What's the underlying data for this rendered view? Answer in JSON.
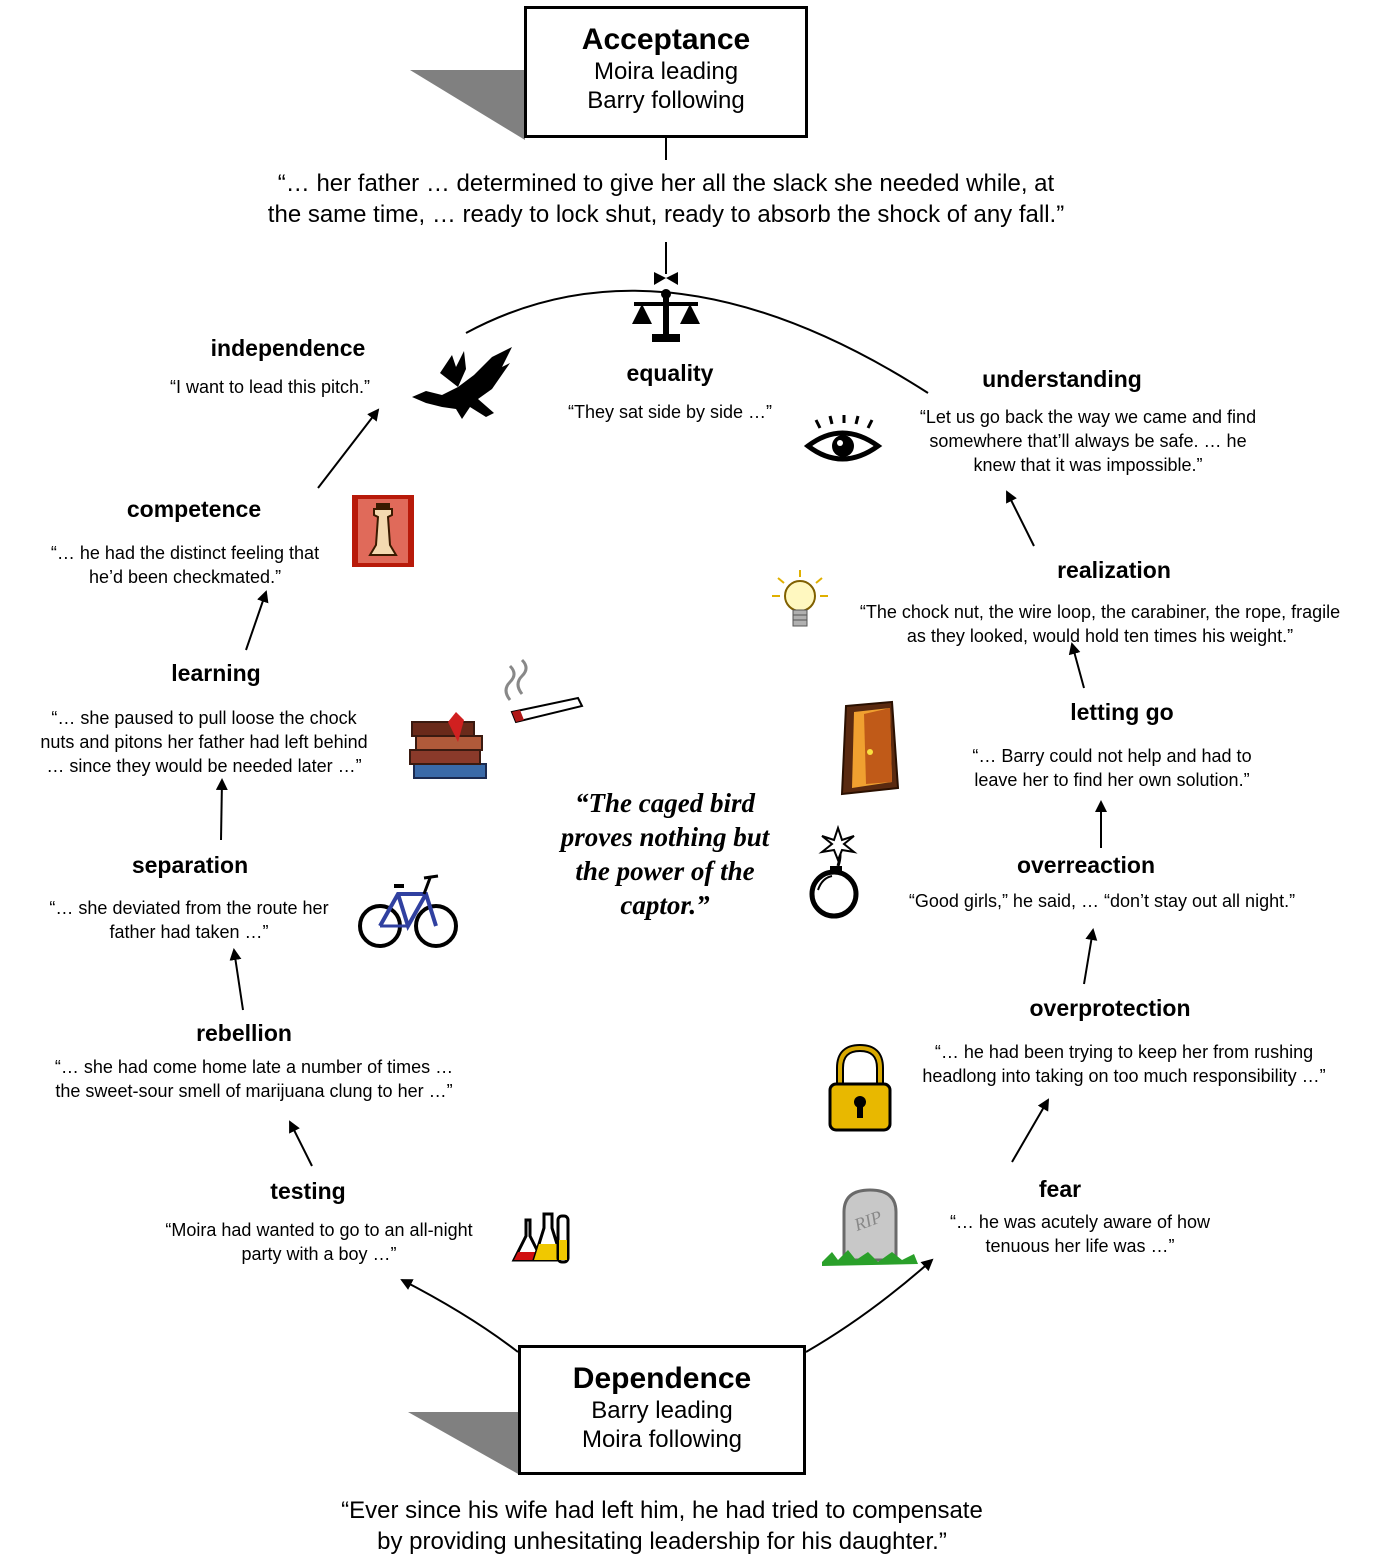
{
  "acceptance": {
    "title": "Acceptance",
    "line1": "Moira leading",
    "line2": "Barry following"
  },
  "dependence": {
    "title": "Dependence",
    "line1": "Barry leading",
    "line2": "Moira following"
  },
  "top_quote": {
    "line1": "“… her father … determined to give her all the slack she needed while, at",
    "line2": "the same time, … ready to lock shut, ready to absorb the shock of any fall.”"
  },
  "bottom_quote": {
    "line1": "“Ever since his wife had left him, he had tried to compensate",
    "line2": "by providing unhesitating leadership for his daughter.”"
  },
  "center_quote": {
    "line1": "“The caged bird",
    "line2": "proves nothing but",
    "line3": "the power of the",
    "line4": "captor.”"
  },
  "stages": {
    "independence": {
      "label": "independence",
      "q1": "“I want to lead this pitch.”",
      "icon": "eagle-icon"
    },
    "equality": {
      "label": "equality",
      "q1": "“They sat side by side …”",
      "icon": "scales-icon"
    },
    "understanding": {
      "label": "understanding",
      "q1": "“Let us go back the way we came and find",
      "q2": "somewhere that’ll always be safe. … he",
      "q3": "knew that it was impossible.”",
      "icon": "eye-icon"
    },
    "competence": {
      "label": "competence",
      "q1": "“… he had the distinct feeling that",
      "q2": "he’d been checkmated.”",
      "icon": "chess-piece-icon"
    },
    "realization": {
      "label": "realization",
      "q1": "“The chock nut, the wire loop, the carabiner, the rope, fragile",
      "q2": "as they looked, would hold ten times his weight.”",
      "icon": "lightbulb-icon"
    },
    "learning": {
      "label": "learning",
      "q1": "“… she paused to pull loose the chock",
      "q2": "nuts and pitons her father had left behind",
      "q3": "… since they would be needed later …”",
      "icon": "books-icon"
    },
    "letting_go": {
      "label": "letting go",
      "q1": "“… Barry could not help and had to",
      "q2": "leave her to find her own solution.”",
      "icon": "door-icon"
    },
    "separation": {
      "label": "separation",
      "q1": "“… she deviated from the route her",
      "q2": "father had taken …”",
      "icon": "bicycle-icon"
    },
    "overreaction": {
      "label": "overreaction",
      "q1": "“Good girls,” he said, … “don’t stay out all night.”",
      "icon": "bomb-icon"
    },
    "rebellion": {
      "label": "rebellion",
      "q1": "“… she had come home late a number of times …",
      "q2": "the sweet-sour smell of marijuana clung to her …”",
      "icon": "cigarette-icon"
    },
    "overprotection": {
      "label": "overprotection",
      "q1": "“… he had been trying to keep her from rushing",
      "q2": "headlong into taking on too much responsibility …”",
      "icon": "padlock-icon"
    },
    "testing": {
      "label": "testing",
      "q1": "“Moira had wanted to go to an all-night",
      "q2": "party with a boy …”",
      "icon": "flasks-icon"
    },
    "fear": {
      "label": "fear",
      "q1": "“… he was acutely aware of how",
      "q2": "tenuous her life was …”",
      "icon": "gravestone-icon",
      "stone_text": "RIP"
    }
  },
  "colors": {
    "line": "#000000",
    "shadow": "#808080"
  }
}
